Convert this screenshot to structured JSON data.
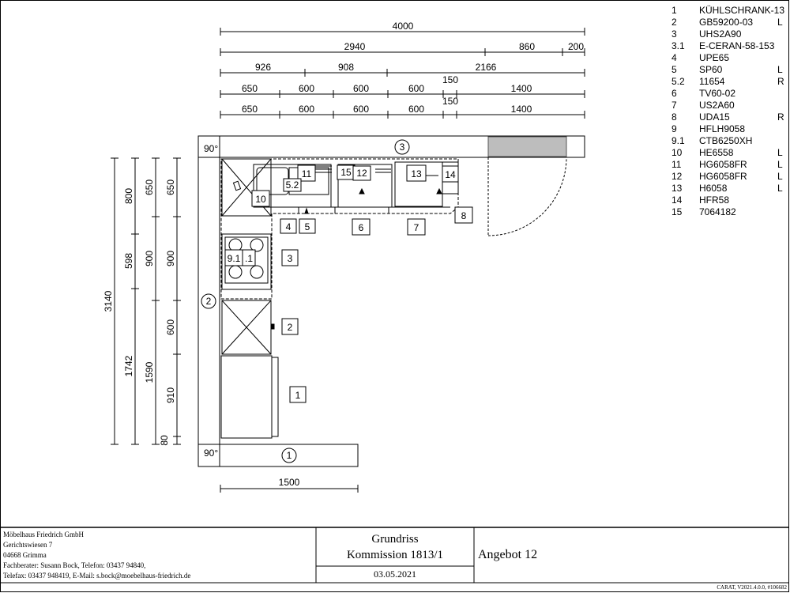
{
  "legend": [
    {
      "pos": "1",
      "code": "KÜHLSCHRANK-13",
      "side": ""
    },
    {
      "pos": "2",
      "code": "GB59200-03",
      "side": "L"
    },
    {
      "pos": "3",
      "code": "UHS2A90",
      "side": ""
    },
    {
      "pos": "3.1",
      "code": "E-CERAN-58-153",
      "side": ""
    },
    {
      "pos": "4",
      "code": "UPE65",
      "side": ""
    },
    {
      "pos": "5",
      "code": "SP60",
      "side": "L"
    },
    {
      "pos": "5.2",
      "code": "11654",
      "side": "R"
    },
    {
      "pos": "6",
      "code": "TV60-02",
      "side": ""
    },
    {
      "pos": "7",
      "code": "US2A60",
      "side": ""
    },
    {
      "pos": "8",
      "code": "UDA15",
      "side": "R"
    },
    {
      "pos": "9",
      "code": "HFLH9058",
      "side": ""
    },
    {
      "pos": "9.1",
      "code": "CTB6250XH",
      "side": ""
    },
    {
      "pos": "10",
      "code": "HE6558",
      "side": "L"
    },
    {
      "pos": "11",
      "code": "HG6058FR",
      "side": "L"
    },
    {
      "pos": "12",
      "code": "HG6058FR",
      "side": "L"
    },
    {
      "pos": "13",
      "code": "H6058",
      "side": "L"
    },
    {
      "pos": "14",
      "code": "HFR58",
      "side": ""
    },
    {
      "pos": "15",
      "code": "7064182",
      "side": ""
    }
  ],
  "dims_top": {
    "total": "4000",
    "row2": [
      "2940",
      "860",
      "200"
    ],
    "row3": [
      "926",
      "908",
      "2166"
    ],
    "row4": [
      "650",
      "600",
      "600",
      "600",
      "150",
      "1400"
    ],
    "row5": [
      "650",
      "600",
      "600",
      "600",
      "150",
      "1400"
    ]
  },
  "dims_left": {
    "total": "3140",
    "col2": [
      "800",
      "598",
      "1742"
    ],
    "col3": [
      "650",
      "900",
      "1590"
    ],
    "col4": [
      "650",
      "900",
      "600",
      "910",
      "80"
    ]
  },
  "dim_bottom": "1500",
  "angles": [
    "90°",
    "90°"
  ],
  "walls": [
    "3",
    "2",
    "1"
  ],
  "item_labels": [
    "11",
    "5.2",
    "15",
    "12",
    "13",
    "14",
    "10",
    "4",
    "5",
    "6",
    "7",
    "8",
    "9.1",
    ".1",
    "3",
    "2",
    "1"
  ],
  "footer": {
    "company": "Möbelhaus Friedrich GmbH",
    "street": "Gerichtswiesen 7",
    "city": "04668 Grimma",
    "advisor": "Fachberater: Susann Bock, Telefon: 03437 94840,",
    "contact": "Telefax: 03437 948419, E-Mail: s.bock@moebelhaus-friedrich.de",
    "title1": "Grundriss",
    "title2": "Kommission 1813/1",
    "date": "03.05.2021",
    "offer": "Angebot 12",
    "version": "CARAT, V2021.4.0.0, #106682"
  }
}
